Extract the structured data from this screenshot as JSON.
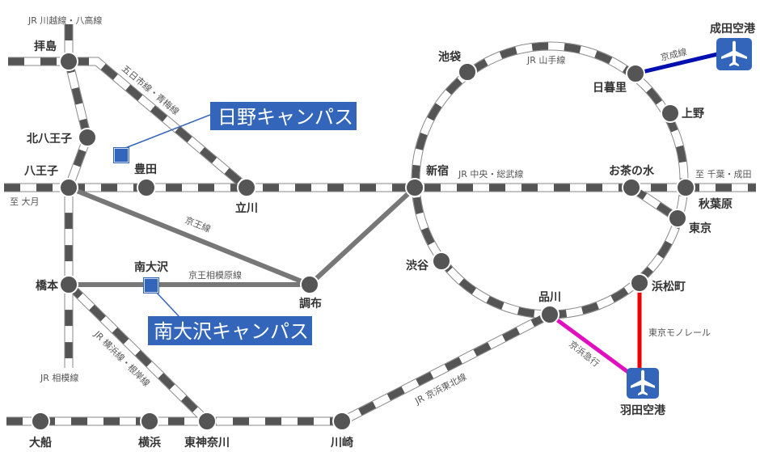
{
  "stations": {
    "haijima": "拝島",
    "kita_hachioji": "北八王子",
    "hachioji": "八王子",
    "toyoda": "豊田",
    "tachikawa": "立川",
    "hashimoto": "橋本",
    "minami_osawa": "南大沢",
    "chofu": "調布",
    "ofuna": "大船",
    "yokohama": "横浜",
    "higashi_kanagawa": "東神奈川",
    "kawasaki": "川崎",
    "ikebukuro": "池袋",
    "nippori": "日暮里",
    "ueno": "上野",
    "shinjuku": "新宿",
    "ochanomizu": "お茶の水",
    "akihabara": "秋葉原",
    "tokyo": "東京",
    "shibuya": "渋谷",
    "shinagawa": "品川",
    "hamamatsucho": "浜松町"
  },
  "lines": {
    "kawagoe_hachiko": "JR 川越線・八高線",
    "itsukaichi_ome": "五日市線・青梅線",
    "keio": "京王線",
    "keio_sagamihara": "京王相模原線",
    "sagami": "JR 相模線",
    "yokohama_negishi": "JR 横浜線・根岸線",
    "keihin_tohoku": "JR 京浜東北線",
    "yamanote": "JR 山手線",
    "chuo_sobu": "JR 中央・総武線",
    "keisei": "京成線",
    "keikyu": "京浜急行",
    "monorail": "東京モノレール"
  },
  "directions": {
    "otsuki": "至 大月",
    "chiba_narita": "至 千葉・成田"
  },
  "campuses": {
    "hino": "日野キャンパス",
    "minami_osawa": "南大沢キャンパス"
  },
  "airports": {
    "narita": "成田空港",
    "haneda": "羽田空港"
  },
  "colors": {
    "campus": "#3366bb",
    "keisei": "#0010b0",
    "monorail": "#ee0000",
    "keikyu": "#e010c0",
    "keio": "#777777",
    "jr": "#555555"
  }
}
